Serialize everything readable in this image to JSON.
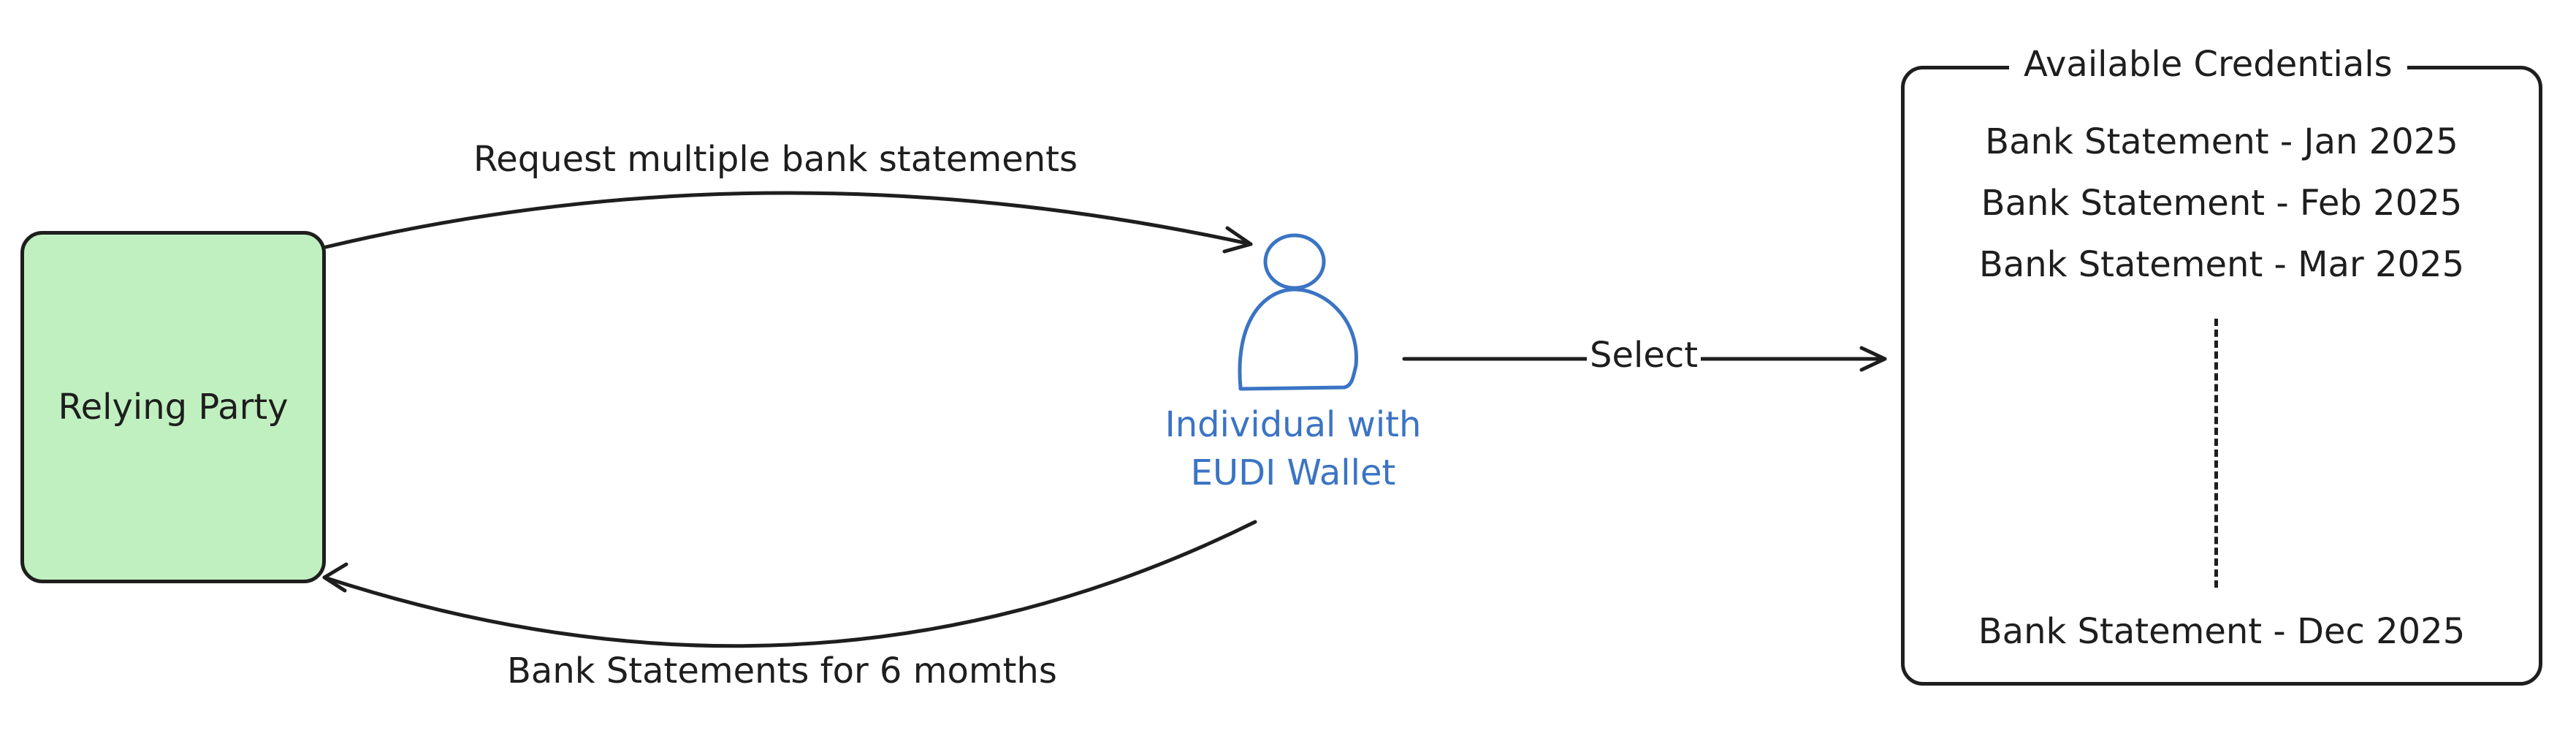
{
  "relying_party": {
    "label": "Relying Party",
    "fill_color": "#c0f0c0"
  },
  "individual": {
    "label_line1": "Individual with",
    "label_line2": "EUDI Wallet",
    "icon": "person-icon",
    "color": "#3b74c4"
  },
  "arrows": {
    "request_label": "Request multiple bank statements",
    "response_label": "Bank Statements for 6 momths",
    "select_label": "Select"
  },
  "credentials": {
    "title": "Available Credentials",
    "items": [
      "Bank Statement - Jan 2025",
      "Bank Statement - Feb 2025",
      "Bank Statement - Mar 2025",
      "Bank Statement - Dec 2025"
    ]
  }
}
